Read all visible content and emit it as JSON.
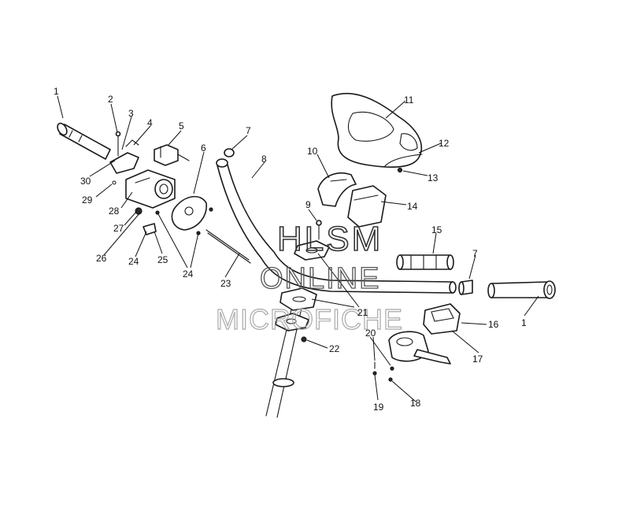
{
  "watermark": {
    "line1": "HLSM",
    "line2": "ONLINE",
    "line3": "MICROFICHE"
  },
  "callouts": {
    "c1_left": "1",
    "c2": "2",
    "c3": "3",
    "c4": "4",
    "c5": "5",
    "c6": "6",
    "c7_left": "7",
    "c8": "8",
    "c9": "9",
    "c10": "10",
    "c11": "11",
    "c12": "12",
    "c13": "13",
    "c14": "14",
    "c15": "15",
    "c7_right": "7",
    "c16": "16",
    "c1_right": "1",
    "c17": "17",
    "c18": "18",
    "c19": "19",
    "c20": "20",
    "c21": "21",
    "c22": "22",
    "c23": "23",
    "c24_a": "24",
    "c24_b": "24",
    "c25": "25",
    "c26": "26",
    "c27": "27",
    "c28": "28",
    "c29": "29",
    "c30": "30"
  }
}
